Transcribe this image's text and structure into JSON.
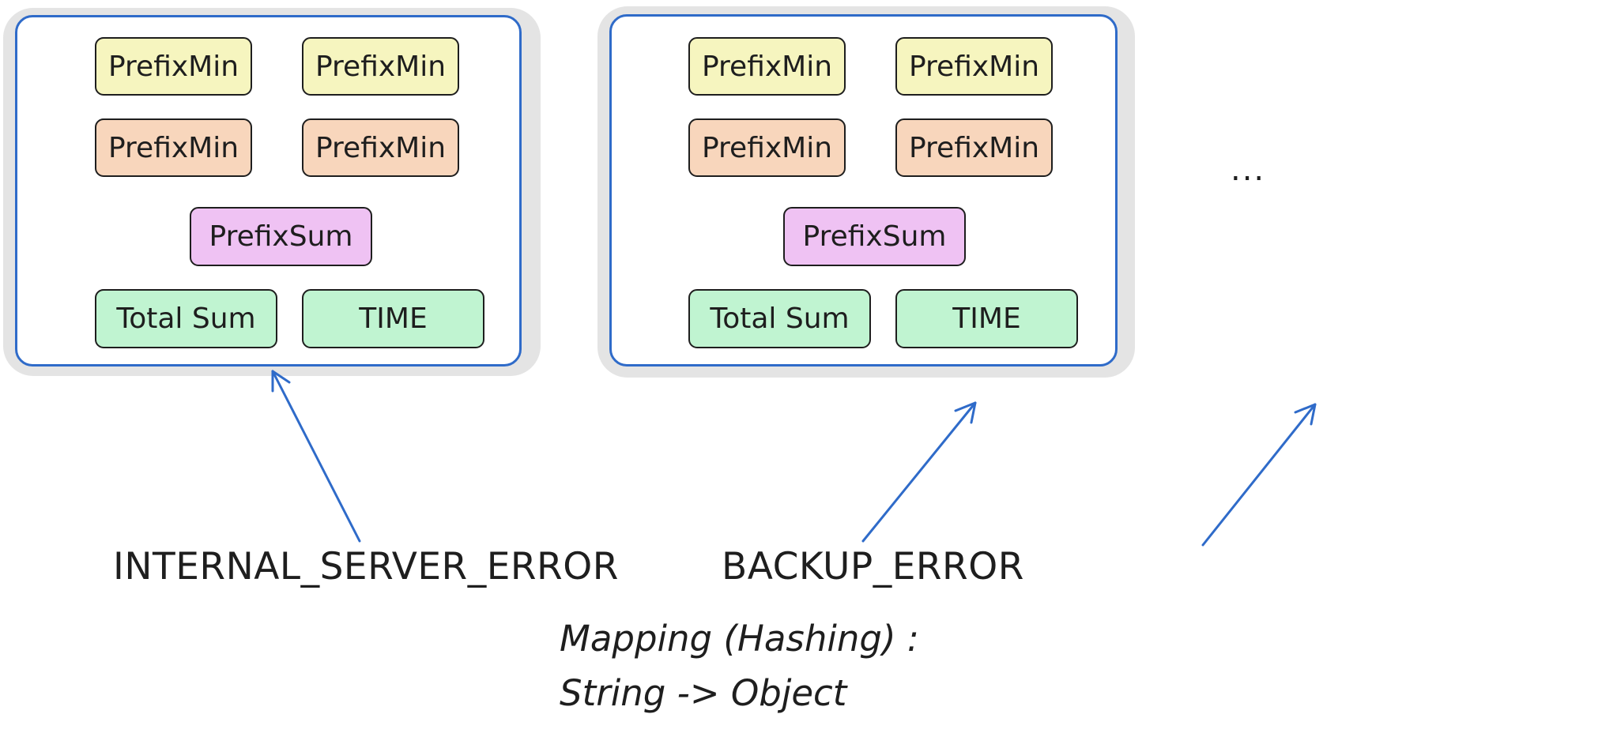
{
  "colors": {
    "frame_border": "#2f6bc9",
    "arrow": "#2f6bc9",
    "shadow": "#e4e4e4",
    "box_stroke": "#1e1e1e",
    "prefix_min_top": "#f6f5bf",
    "prefix_min_bottom": "#f8d6bc",
    "prefix_sum": "#efc2f3",
    "total_sum_time": "#c0f4d1"
  },
  "buckets": [
    {
      "key": "INTERNAL_SERVER_ERROR",
      "items": {
        "prefix_min_1": "PrefixMin",
        "prefix_min_2": "PrefixMin",
        "prefix_min_3": "PrefixMin",
        "prefix_min_4": "PrefixMin",
        "prefix_sum": "PrefixSum",
        "total_sum": "Total Sum",
        "time": "TIME"
      }
    },
    {
      "key": "BACKUP_ERROR",
      "items": {
        "prefix_min_1": "PrefixMin",
        "prefix_min_2": "PrefixMin",
        "prefix_min_3": "PrefixMin",
        "prefix_min_4": "PrefixMin",
        "prefix_sum": "PrefixSum",
        "total_sum": "Total Sum",
        "time": "TIME"
      }
    }
  ],
  "ellipsis": "...",
  "caption": {
    "line1": "Mapping (Hashing) :",
    "line2": "String -> Object"
  }
}
